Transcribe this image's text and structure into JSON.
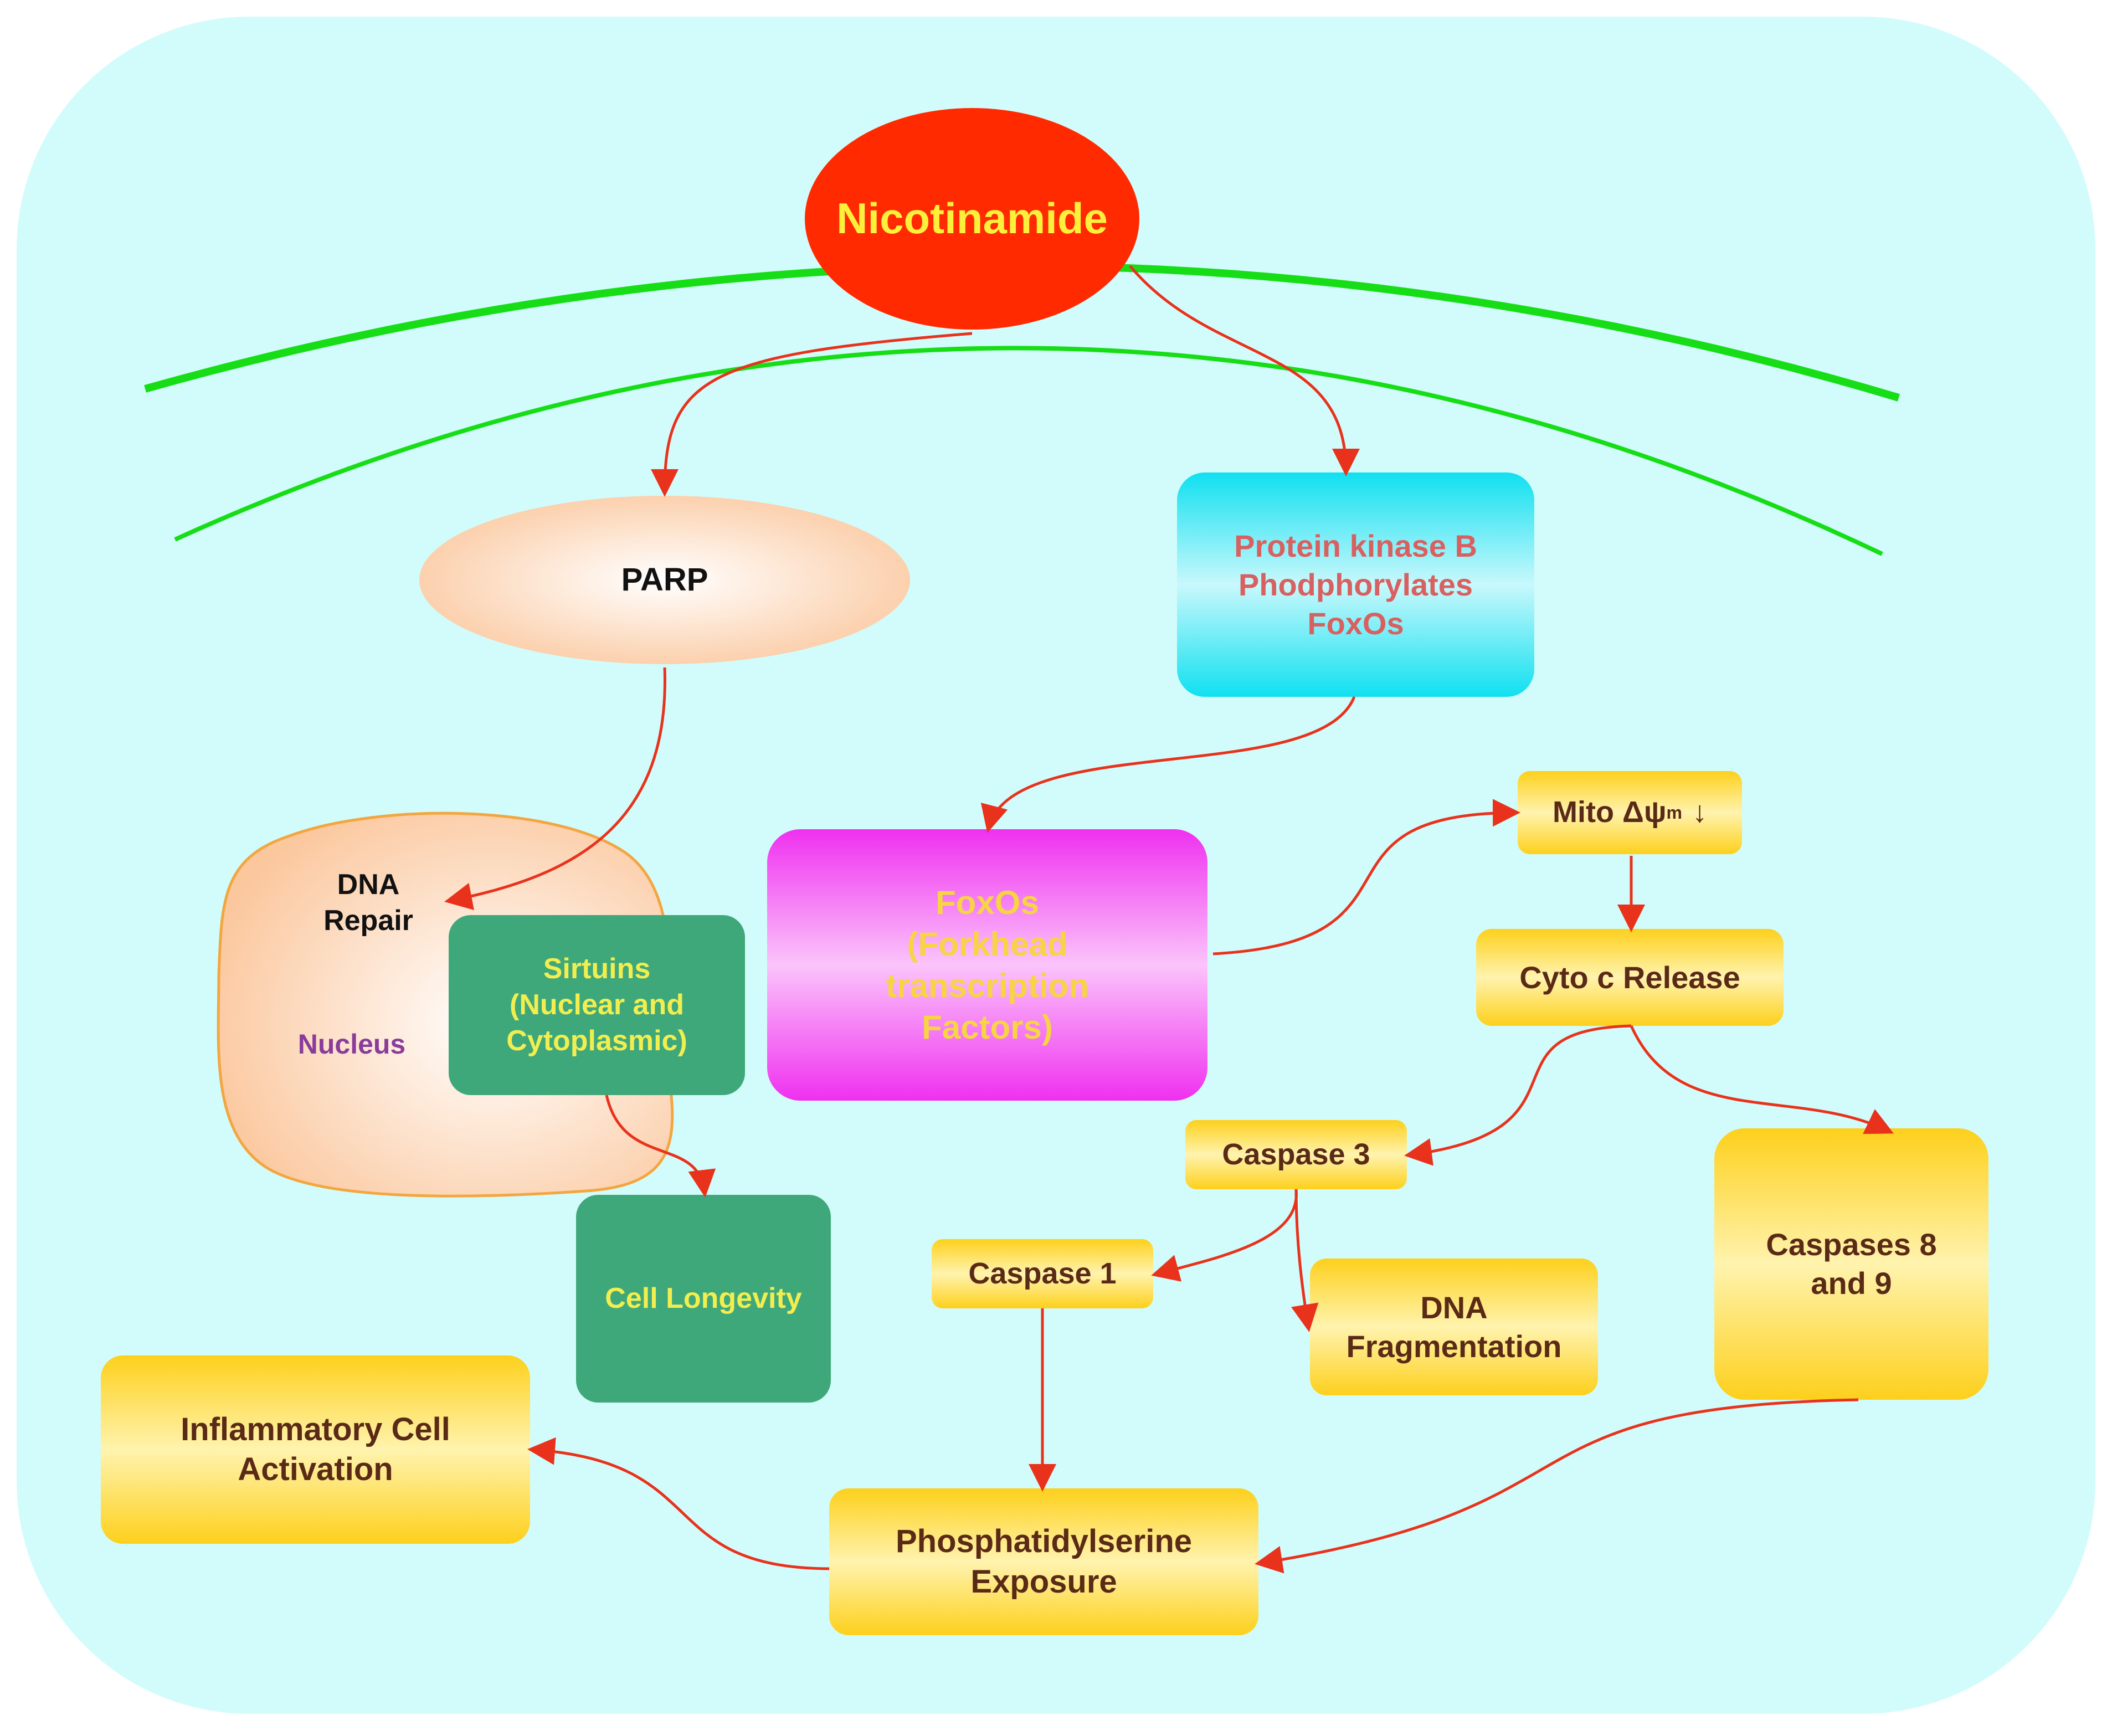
{
  "nodes": {
    "nicotinamide": "Nicotinamide",
    "parp": "PARP",
    "pkb": "Protein kinase B\nPhodphorylates\nFoxOs",
    "dna_repair": "DNA\nRepair",
    "nucleus": "Nucleus",
    "sirtuins": "Sirtuins\n(Nuclear and\nCytoplasmic)",
    "cell_longevity": "Cell Longevity",
    "foxos": "FoxOs\n(Forkhead\ntranscription\nFactors)",
    "mito": "Mito Δψ",
    "mito_sub": "m",
    "mito_arrow": "↓",
    "cyto_c": "Cyto c Release",
    "caspase3": "Caspase 3",
    "caspase1": "Caspase 1",
    "dna_frag": "DNA\nFragmentation",
    "caspases89": "Caspases 8\nand 9",
    "inflammatory": "Inflammatory Cell\nActivation",
    "ps_exposure": "Phosphatidylserine\nExposure"
  },
  "colors": {
    "cell_bg": "#d2fcfb",
    "membrane": "#17dd17",
    "arrow": "#e8321c",
    "nicotinamide_fill": "#ff2a00",
    "nicotinamide_text": "#fcf03c",
    "peach": "#fcd2b2",
    "pkb_fill": "#16e4f2",
    "pkb_text": "#d86060",
    "green_box": "#3fa87a",
    "green_text": "#f2ee50",
    "magenta": "#f23cf2",
    "magenta_text": "#f7d443",
    "yellow": "#fdd72a",
    "brown_text": "#5a2a16",
    "nucleus_text": "#8a3c9a"
  }
}
